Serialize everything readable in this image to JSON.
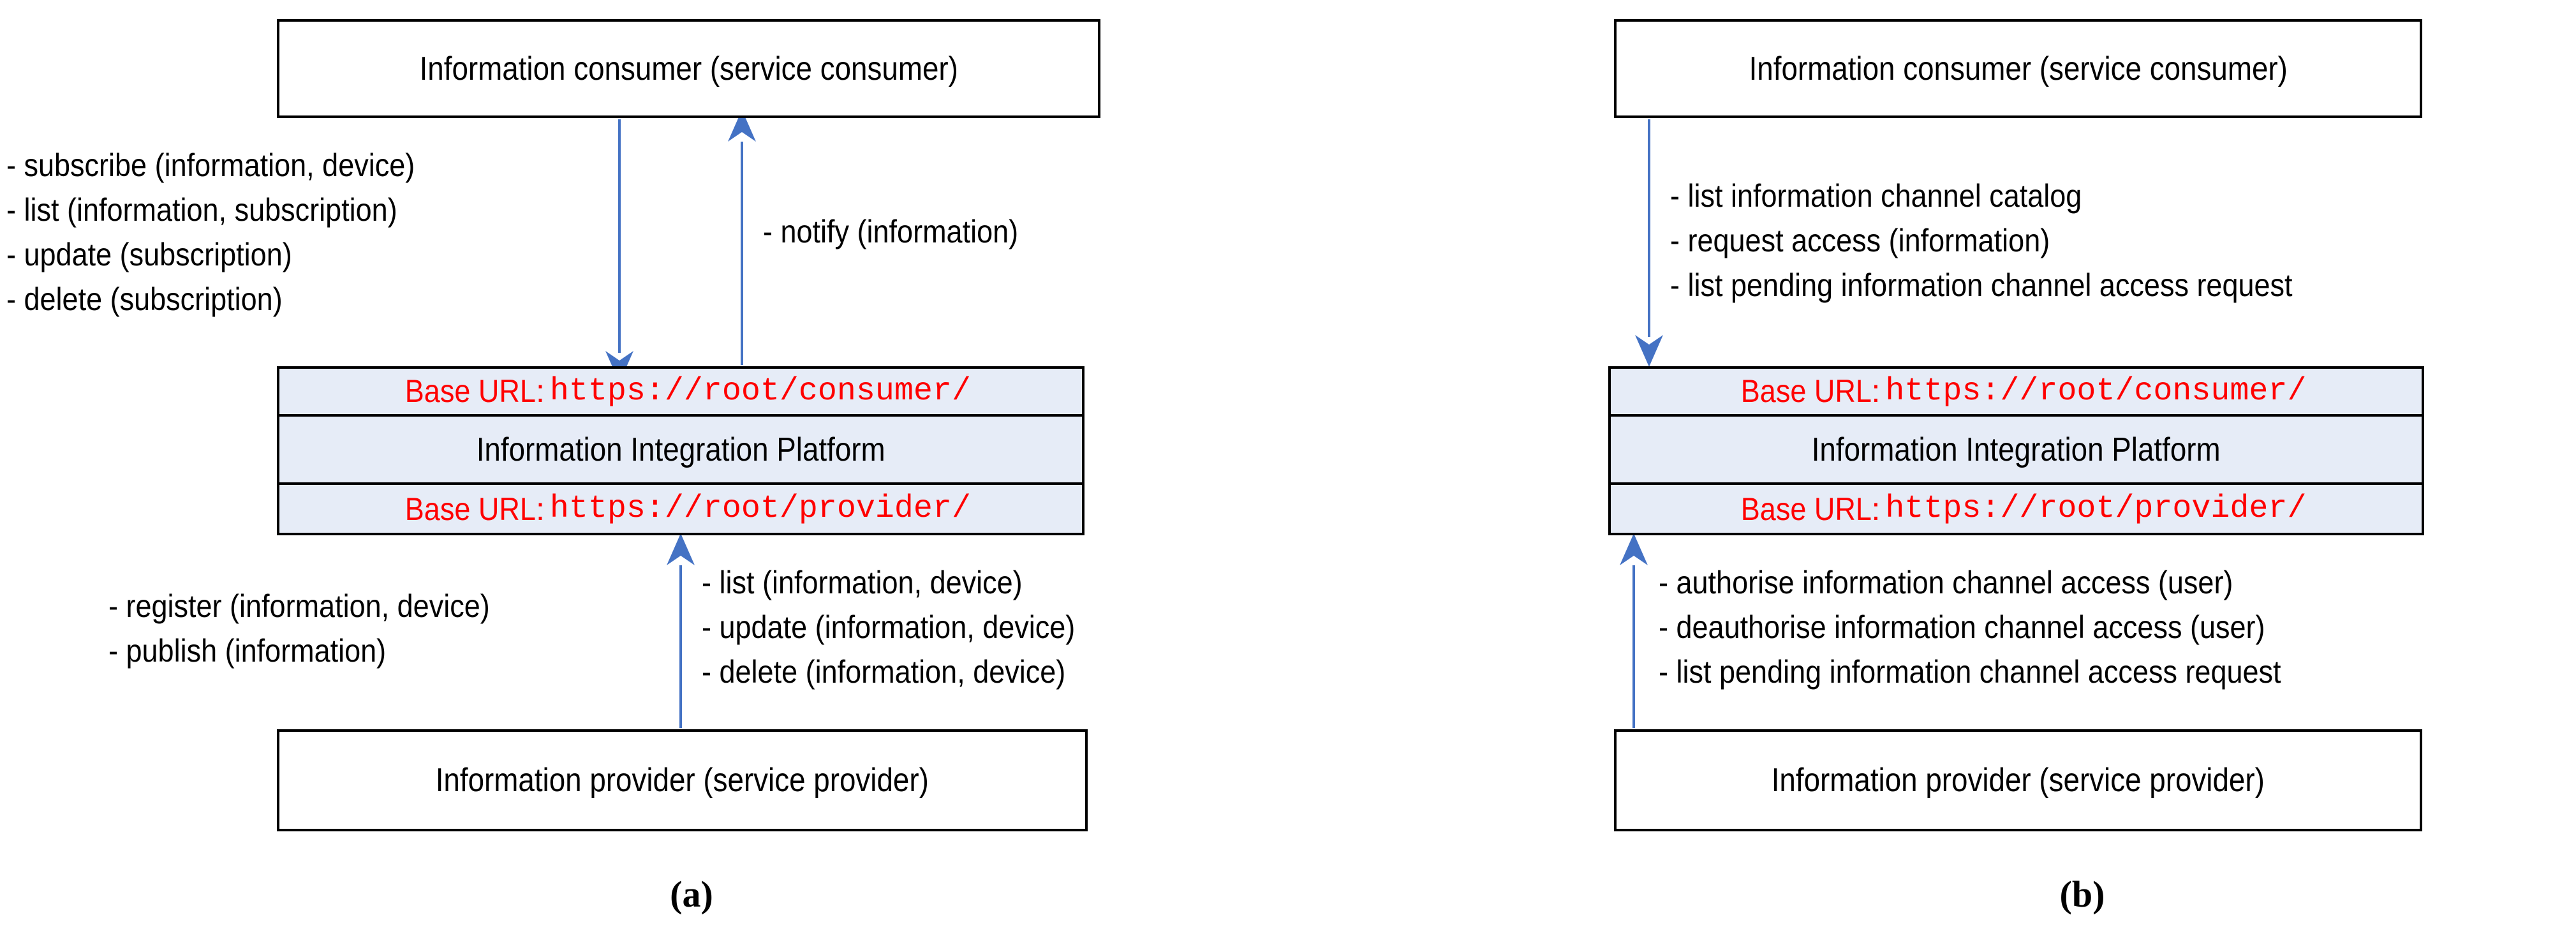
{
  "figure": {
    "panels": [
      {
        "id": "a",
        "caption": "(a)",
        "consumer_box": {
          "label": "Information consumer (service consumer)"
        },
        "platform_box": {
          "consumer_url_label": "Base URL",
          "consumer_url_separator": ":",
          "consumer_url_value": "https://root/consumer/",
          "title": "Information Integration Platform",
          "provider_url_label": "Base URL",
          "provider_url_separator": ":",
          "provider_url_value": "https://root/provider/"
        },
        "provider_box": {
          "label": "Information provider (service provider)"
        },
        "consumer_to_platform_ops": [
          "- subscribe (information, device)",
          "- list (information, subscription)",
          "- update (subscription)",
          "- delete (subscription)"
        ],
        "platform_to_consumer_ops": [
          "- notify (information)"
        ],
        "provider_to_platform_ops_left": [
          "- register (information, device)",
          "- publish (information)"
        ],
        "provider_to_platform_ops_right": [
          "- list (information, device)",
          "- update (information, device)",
          "- delete (information, device)"
        ]
      },
      {
        "id": "b",
        "caption": "(b)",
        "consumer_box": {
          "label": "Information consumer (service consumer)"
        },
        "platform_box": {
          "consumer_url_label": "Base URL",
          "consumer_url_separator": ":",
          "consumer_url_value": "https://root/consumer/",
          "title": "Information Integration Platform",
          "provider_url_label": "Base URL",
          "provider_url_separator": ":",
          "provider_url_value": "https://root/provider/"
        },
        "provider_box": {
          "label": "Information provider (service provider)"
        },
        "consumer_to_platform_ops": [
          "- list information channel catalog",
          "- request access (information)",
          "- list pending information channel access request"
        ],
        "provider_to_platform_ops": [
          "- authorise information channel access (user)",
          "- deauthorise information channel access (user)",
          "- list pending information channel access request"
        ]
      }
    ],
    "colors": {
      "arrow": "#4472c4",
      "url_text": "#ff0000",
      "platform_fill": "#e6ecf7",
      "box_stroke": "#000000"
    }
  }
}
